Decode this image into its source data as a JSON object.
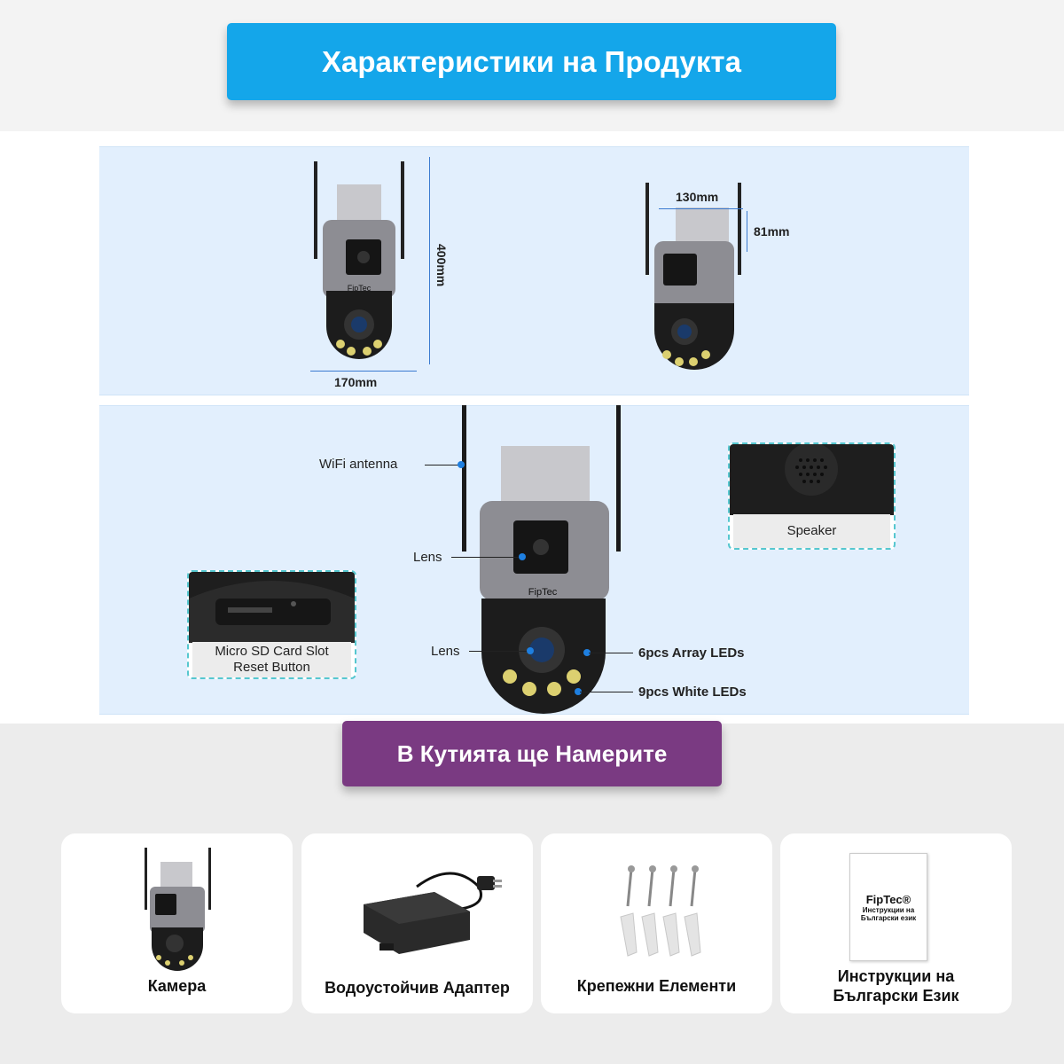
{
  "header": {
    "title": "Характеристики на Продукта"
  },
  "dimensions": {
    "height": "400mm",
    "width": "170mm",
    "top_width": "130mm",
    "top_height": "81mm"
  },
  "callouts": {
    "wifi_antenna": "WiFi antenna",
    "lens_top": "Lens",
    "lens_bottom": "Lens",
    "array_leds": "6pcs Array LEDs",
    "white_leds": "9pcs White LEDs",
    "speaker": "Speaker",
    "sd_slot": "Micro SD Card Slot",
    "reset_button": "Reset Button"
  },
  "brand": {
    "logo_text": "FipTec"
  },
  "box_section": {
    "title": "В Кутията ще Намерите",
    "items": [
      {
        "label": "Камера",
        "icon": "camera-icon"
      },
      {
        "label": "Водоустойчив Адаптер",
        "icon": "adapter-icon"
      },
      {
        "label": "Крепежни Елементи",
        "icon": "screws-icon"
      },
      {
        "label": "Инструкции на\nБългарски Език",
        "icon": "manual-icon"
      }
    ],
    "manual": {
      "logo": "FipTec®",
      "line1": "Инструкции на",
      "line2": "Български език"
    }
  },
  "colors": {
    "header_bg": "#14a6ea",
    "box_title_bg": "#7a3a82",
    "panel_bg": "#e2effd",
    "inset_border": "#56c7cf",
    "callout_dot": "#1e7fe0"
  }
}
